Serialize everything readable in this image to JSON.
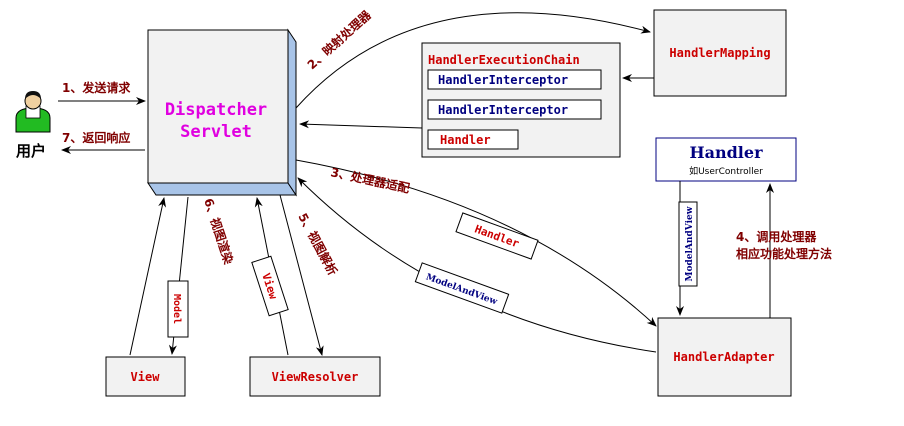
{
  "user": {
    "label": "用户"
  },
  "dispatcher": {
    "line1": "Dispatcher",
    "line2": "Servlet"
  },
  "handler_mapping": {
    "label": "HandlerMapping"
  },
  "execution_chain": {
    "title": "HandlerExecutionChain",
    "interceptor1": "HandlerInterceptor",
    "interceptor2": "HandlerInterceptor",
    "handler": "Handler"
  },
  "handler_box": {
    "title": "Handler",
    "subtitle": "如UserController"
  },
  "handler_adapter": {
    "label": "HandlerAdapter"
  },
  "view": {
    "label": "View"
  },
  "view_resolver": {
    "label": "ViewResolver"
  },
  "steps": {
    "s1": "1、发送请求",
    "s7": "7、返回响应",
    "s2": "2、映射处理器",
    "s3": "3、处理器适配",
    "s4a": "4、调用处理器",
    "s4b": "相应功能处理方法",
    "s5": "5、视图解析",
    "s6": "6、视图渲染"
  },
  "tags": {
    "handler": "Handler",
    "model_and_view": "ModelAndView",
    "model_and_view_vertical": "ModelAndView",
    "view": "View",
    "model": "Model"
  },
  "colors": {
    "red": "#cc0000",
    "blue": "#000080",
    "magenta": "#e000e0",
    "dark_red": "#800000",
    "box_fill": "#f2f2f2"
  }
}
